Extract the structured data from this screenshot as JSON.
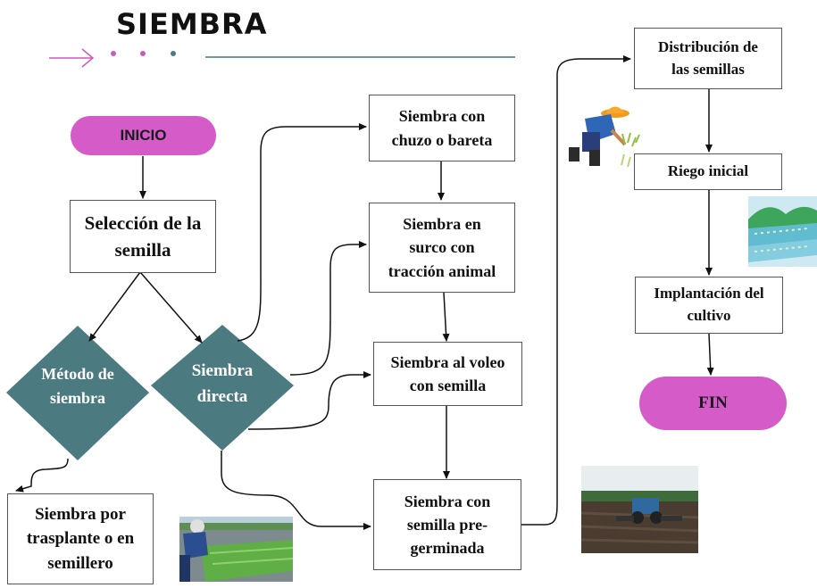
{
  "title": "SIEMBRA",
  "colors": {
    "pill": "#d45bc8",
    "diamond": "#4b7a80",
    "accent_line": "#6a9a9e",
    "arrow_pink": "#c95bc0"
  },
  "nodes": {
    "inicio": "INICIO",
    "seleccion": "Selección de la\nsemilla",
    "metodo": "Método de\nsiembra",
    "directa": "Siembra\ndirecta",
    "trasplante": "Siembra por\ntrasplante o en\nsemillero",
    "chuzo": "Siembra con\nchuzo o bareta",
    "surco": "Siembra en\nsurco con\ntracción animal",
    "voleo": "Siembra al voleo\ncon semilla",
    "pregerminada": "Siembra con\nsemilla pre-\ngerminada",
    "distribucion": "Distribución de\nlas semillas",
    "riego": "Riego inicial",
    "implantacion": "Implantación del\ncultivo",
    "fin": "FIN"
  },
  "illustrations": [
    "farmer-planting-illustration",
    "rice-terraces-illustration",
    "tractor-field-photo",
    "rice-seedbed-photo"
  ]
}
